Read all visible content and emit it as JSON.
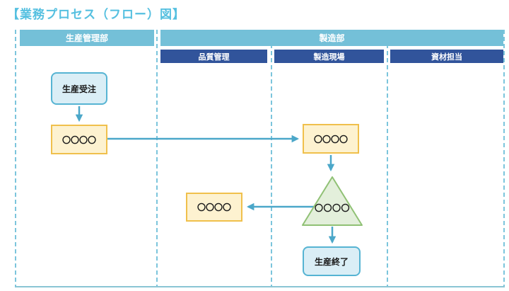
{
  "title": "【業務プロセス（フロー）図】",
  "lanes": {
    "top": [
      {
        "label": "生産管理部"
      },
      {
        "label": "製造部"
      }
    ],
    "sub": [
      {
        "label": "品質管理"
      },
      {
        "label": "製造現場"
      },
      {
        "label": "資材担当"
      }
    ]
  },
  "nodes": {
    "production_order": {
      "label": "生産受注",
      "type": "terminal"
    },
    "process1": {
      "label": "〇〇〇〇",
      "type": "process"
    },
    "process2": {
      "label": "〇〇〇〇",
      "type": "process"
    },
    "process3": {
      "label": "〇〇〇〇",
      "type": "process"
    },
    "decision": {
      "label": "〇〇〇〇",
      "type": "triangle"
    },
    "production_end": {
      "label": "生産終了",
      "type": "terminal"
    }
  },
  "colors": {
    "title_text": "#56c0e0",
    "lane_header_bg": "#74c0d8",
    "sub_lane_header_bg": "#31549b",
    "header_text": "#ffffff",
    "process_fill": "#fdf2d0",
    "process_border": "#f0c04c",
    "terminal_fill": "#daeef6",
    "terminal_border": "#56b4d3",
    "triangle_fill": "#e3efdb",
    "triangle_border": "#90c175",
    "arrow": "#4ba7c9",
    "divider": "#7cc5dc"
  }
}
